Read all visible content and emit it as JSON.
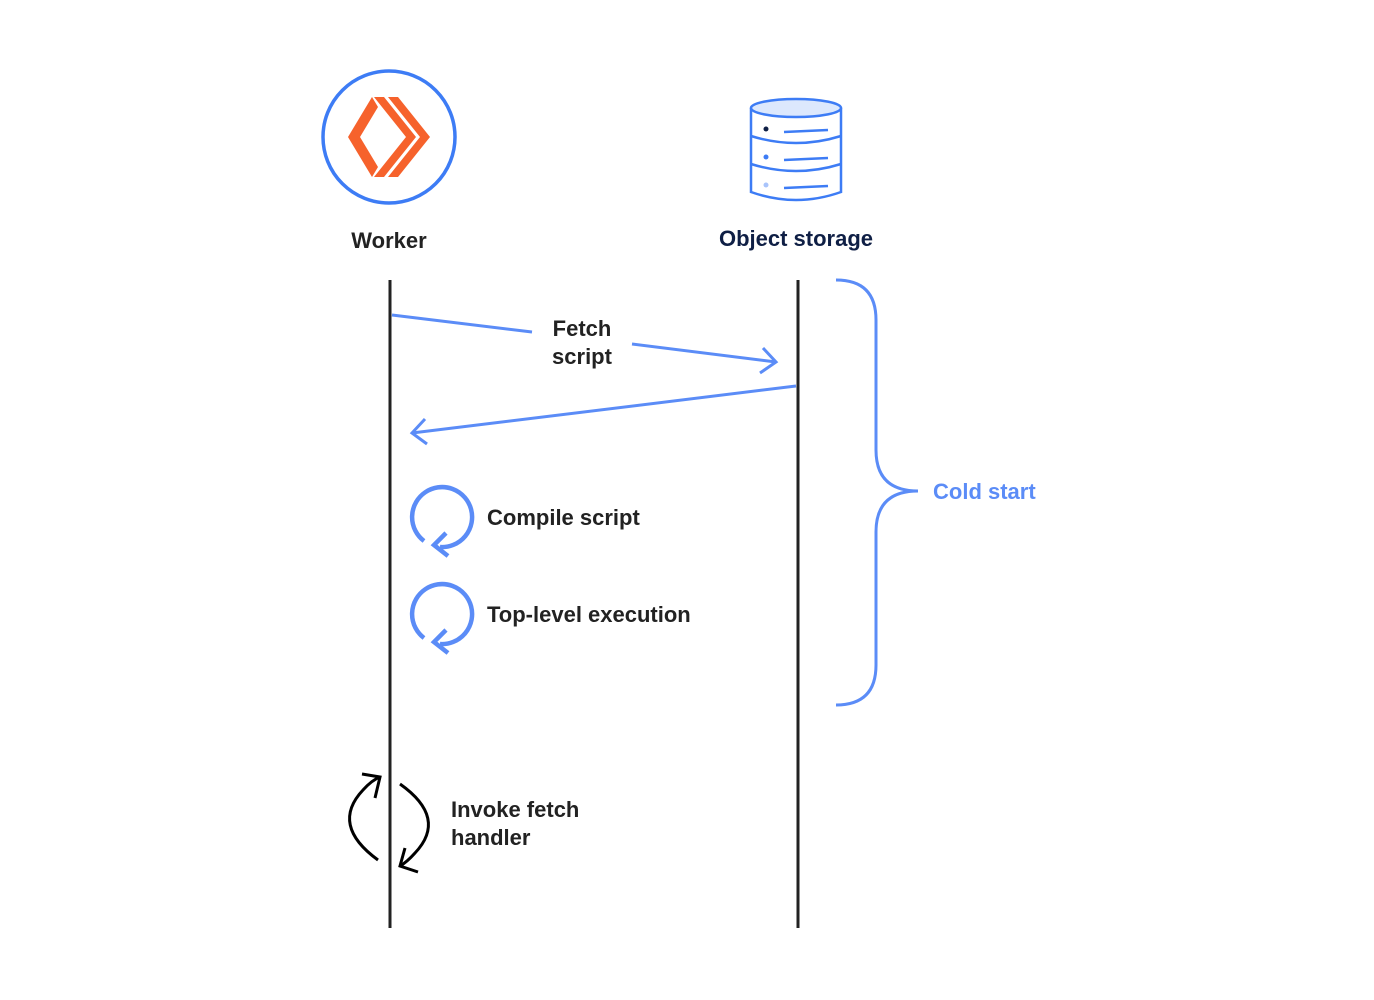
{
  "actors": {
    "worker": {
      "label": "Worker",
      "icon": "worker-chevron-icon"
    },
    "storage": {
      "label": "Object storage",
      "icon": "database-icon"
    }
  },
  "messages": {
    "fetch_line1": "Fetch",
    "fetch_line2": "script"
  },
  "steps": {
    "compile": "Compile script",
    "top_level": "Top-level execution",
    "invoke_line1": "Invoke fetch",
    "invoke_line2": "handler"
  },
  "brace_label": "Cold start",
  "colors": {
    "accent": "#5b8cf7",
    "brand_orange": "#f6622c",
    "circle_blue": "#3d7cf5",
    "line": "#222222"
  }
}
